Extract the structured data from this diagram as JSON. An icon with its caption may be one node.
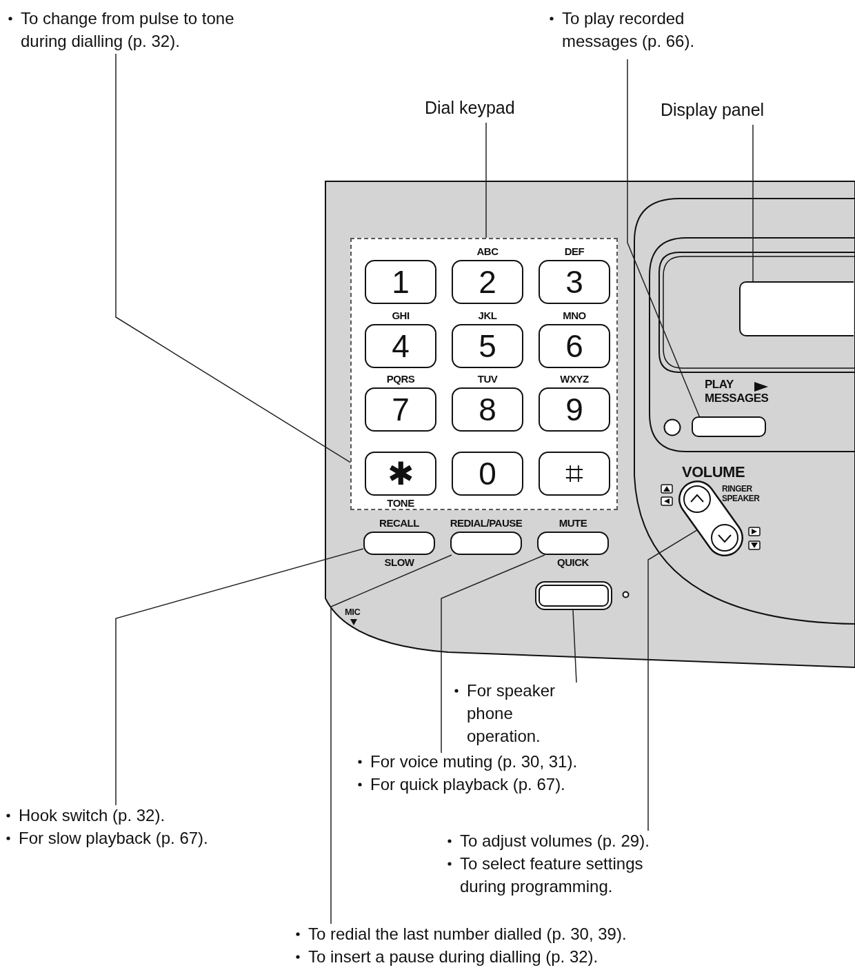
{
  "diagram": {
    "nodes": [
      {
        "text": [
          "To change from pulse to tone during dialling (p. 32)."
        ]
      },
      {
        "text": [
          "To play recorded messages (p. 66)."
        ]
      },
      {
        "text": [
          "Dial keypad"
        ]
      },
      {
        "text": [
          "Display panel"
        ]
      },
      {
        "text": [],
        "shape": "box"
      },
      {
        "text": [
          "1"
        ],
        "in": 4
      },
      {
        "text": [
          "ABC",
          "2"
        ],
        "in": 4
      },
      {
        "text": [
          "DEF",
          "3"
        ],
        "in": 4
      },
      {
        "text": [
          "GHI",
          "4"
        ],
        "in": 4
      },
      {
        "text": [
          "JKL",
          "5"
        ],
        "in": 4
      },
      {
        "text": [
          "MNO",
          "6"
        ],
        "in": 4
      },
      {
        "text": [
          "PQRS",
          "7"
        ],
        "in": 4
      },
      {
        "text": [
          "TUV",
          "8"
        ],
        "in": 4
      },
      {
        "text": [
          "WXYZ",
          "9"
        ],
        "in": 4
      },
      {
        "text": [
          "✱",
          "TONE"
        ],
        "in": 4
      },
      {
        "text": [
          "0"
        ],
        "in": 4
      },
      {
        "text": [
          "⌗"
        ],
        "in": 4
      },
      {
        "text": [],
        "shape": "box"
      },
      {
        "text": [
          "PLAY MESSAGES"
        ]
      },
      {
        "text": [
          "VOLUME",
          "RINGER SPEAKER"
        ]
      },
      {
        "text": [
          "RECALL",
          "SLOW"
        ]
      },
      {
        "text": [
          "REDIAL/PAUSE"
        ]
      },
      {
        "text": [
          "MUTE",
          "QUICK"
        ]
      },
      {
        "text": [],
        "shape": "box"
      },
      {
        "text": [
          "For speaker phone operation."
        ]
      },
      {
        "text": [
          "For voice muting (p. 30, 31).",
          "For quick playback (p. 67)."
        ]
      },
      {
        "text": [
          "Hook switch (p. 32).",
          "For slow playback (p. 67)."
        ]
      },
      {
        "text": [
          "To adjust volumes (p. 29).",
          "To select feature settings during programming."
        ]
      },
      {
        "text": [
          "To redial the last number dialled (p. 30, 39).",
          "To insert a pause during dialling (p. 32)."
        ]
      }
    ],
    "edges": [
      {
        "from": 0,
        "to": 14,
        "arrow": "none"
      },
      {
        "from": 1,
        "to": 18,
        "arrow": "none"
      },
      {
        "from": 2,
        "to": 4,
        "arrow": "none"
      },
      {
        "from": 3,
        "to": 17,
        "arrow": "none"
      },
      {
        "from": 24,
        "to": 23,
        "arrow": "none"
      },
      {
        "from": 25,
        "to": 22,
        "arrow": "none"
      },
      {
        "from": 26,
        "to": 20,
        "arrow": "none"
      },
      {
        "from": 27,
        "to": 19,
        "arrow": "none"
      },
      {
        "from": 28,
        "to": 21,
        "arrow": "none"
      }
    ],
    "labels": [
      "MIC"
    ]
  }
}
